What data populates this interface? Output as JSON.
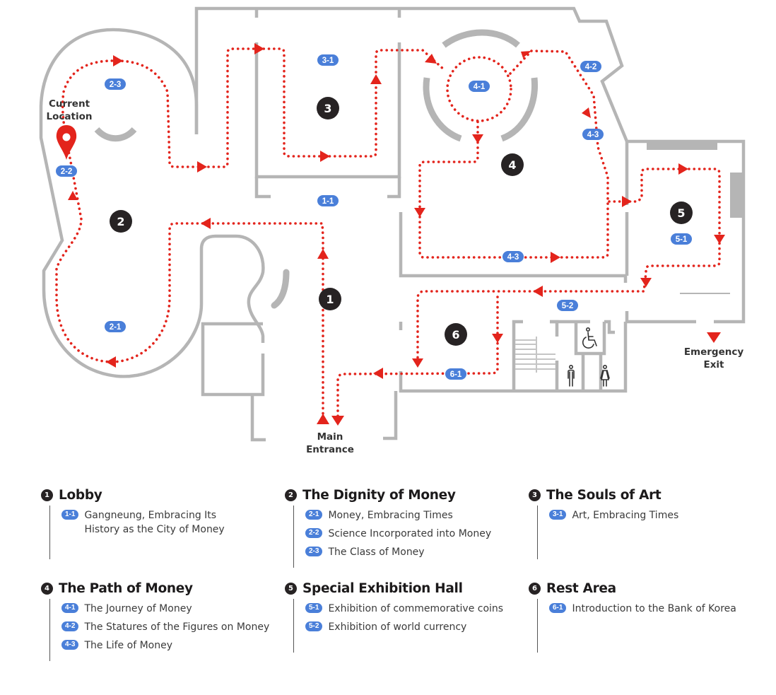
{
  "map": {
    "current_location_label": [
      "Current",
      "Location"
    ],
    "main_entrance_label": [
      "Main",
      "Entrance"
    ],
    "emergency_exit_label": [
      "Emergency",
      "Exit"
    ],
    "zones": [
      "1",
      "2",
      "3",
      "4",
      "5",
      "6"
    ],
    "tags": {
      "t11": "1-1",
      "t21": "2-1",
      "t22": "2-2",
      "t23": "2-3",
      "t31": "3-1",
      "t41": "4-1",
      "t42": "4-2",
      "t43a": "4-3",
      "t43b": "4-3",
      "t51": "5-1",
      "t52": "5-2",
      "t61": "6-1"
    },
    "icons": [
      "map-pin-icon",
      "wheelchair-icon",
      "male-restroom-icon",
      "female-restroom-icon",
      "stairs-icon"
    ],
    "colors": {
      "route": "#e3241c",
      "tag": "#4a7fd9",
      "wall": "#b5b5b5",
      "zone": "#272324"
    }
  },
  "legend": {
    "sections": [
      {
        "num": "1",
        "title": "Lobby",
        "items": [
          {
            "tag": "1-1",
            "label": "Gangneung, Embracing Its History as the City of Money"
          }
        ]
      },
      {
        "num": "2",
        "title": "The Dignity of Money",
        "items": [
          {
            "tag": "2-1",
            "label": "Money, Embracing Times"
          },
          {
            "tag": "2-2",
            "label": "Science Incorporated into Money"
          },
          {
            "tag": "2-3",
            "label": "The Class of Money"
          }
        ]
      },
      {
        "num": "3",
        "title": "The Souls of Art",
        "items": [
          {
            "tag": "3-1",
            "label": "Art, Embracing Times"
          }
        ]
      },
      {
        "num": "4",
        "title": "The Path of Money",
        "items": [
          {
            "tag": "4-1",
            "label": "The Journey of Money"
          },
          {
            "tag": "4-2",
            "label": "The Statures of the Figures on Money"
          },
          {
            "tag": "4-3",
            "label": "The Life of Money"
          }
        ]
      },
      {
        "num": "5",
        "title": "Special Exhibition Hall",
        "items": [
          {
            "tag": "5-1",
            "label": "Exhibition of commemorative coins"
          },
          {
            "tag": "5-2",
            "label": "Exhibition of world currency"
          }
        ]
      },
      {
        "num": "6",
        "title": "Rest Area",
        "items": [
          {
            "tag": "6-1",
            "label": "Introduction to the Bank of Korea"
          }
        ]
      }
    ]
  }
}
